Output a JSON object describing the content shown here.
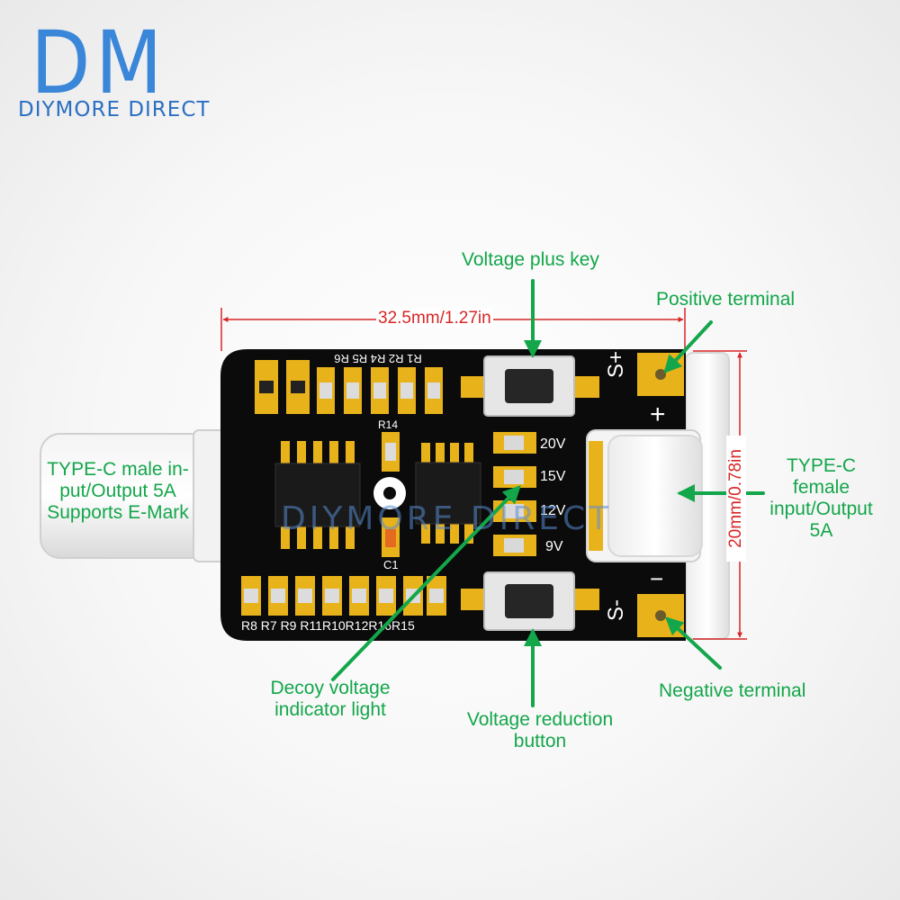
{
  "brand": {
    "logo_letters": "DM",
    "name": "DIYMORE DIRECT",
    "watermark": "DIYMORE DIRECT"
  },
  "dimensions": {
    "width": "32.5mm/1.27in",
    "height": "20mm/0.78in"
  },
  "board": {
    "resistor_labels_top": "R1 R2 R4 R5 R6",
    "resistor_labels_bottom": "R8 R7 R9 R11R10R12R16R15",
    "r14": "R14",
    "c1": "C1",
    "voltage_levels": [
      "20V",
      "15V",
      "12V",
      "9V"
    ],
    "terminal_pos": "S+",
    "terminal_neg": "S-",
    "plus_sign": "+",
    "minus_sign": "−"
  },
  "callouts": {
    "voltage_plus_key": "Voltage plus key",
    "positive_terminal": "Positive terminal",
    "typec_male": [
      "TYPE-C male in-",
      "put/Output 5A",
      "Supports E-Mark"
    ],
    "typec_female": [
      "TYPE-C",
      "female",
      "input/Output",
      "5A"
    ],
    "decoy_indicator": [
      "Decoy voltage",
      "indicator light"
    ],
    "voltage_reduction": [
      "Voltage reduction",
      "button"
    ],
    "negative_terminal": "Negative terminal"
  },
  "colors": {
    "callout": "#13a64a",
    "dimension": "#d72626",
    "pcb": "#0b0b0b",
    "pad_gold": "#e8b21a",
    "logo_blue": "#3a86d8"
  }
}
